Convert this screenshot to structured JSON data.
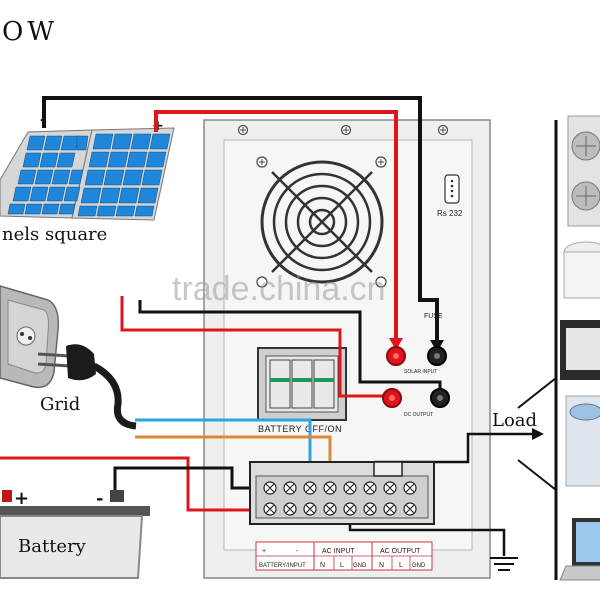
{
  "header_fragment": "OW",
  "labels": {
    "panels": "nels square",
    "grid": "Grid",
    "battery": "Battery",
    "load": "Load",
    "watermark": "trade.china.cn"
  },
  "inverter": {
    "rs232": "Rs 232",
    "fuse": "FUSE",
    "solar_input": "SOLAR INPUT",
    "dc_output": "DC OUTPUT",
    "switch": "BATTERY OFF/ON"
  },
  "terminal": {
    "battery_input": "BATTERY/INPUT",
    "ac_input": "AC INPUT",
    "ac_output": "AC OUTPUT",
    "n": "N",
    "l": "L",
    "gnd": "GND"
  },
  "polarity": {
    "plus": "+",
    "minus": "-"
  },
  "colors": {
    "red_wire": "#e0141b",
    "black_wire": "#111111",
    "blue_wire": "#2aa6e0",
    "orange_wire": "#d98a3a",
    "panel_blue": "#1f86d9",
    "inverter_body": "#f0f0f0"
  },
  "icons": [
    "solar-panel-icon",
    "power-outlet-icon",
    "plug-icon",
    "battery-icon",
    "fan-grille-icon",
    "ground-icon",
    "air-conditioner-icon",
    "rice-cooker-icon",
    "tv-icon",
    "washing-machine-icon",
    "laptop-icon"
  ]
}
